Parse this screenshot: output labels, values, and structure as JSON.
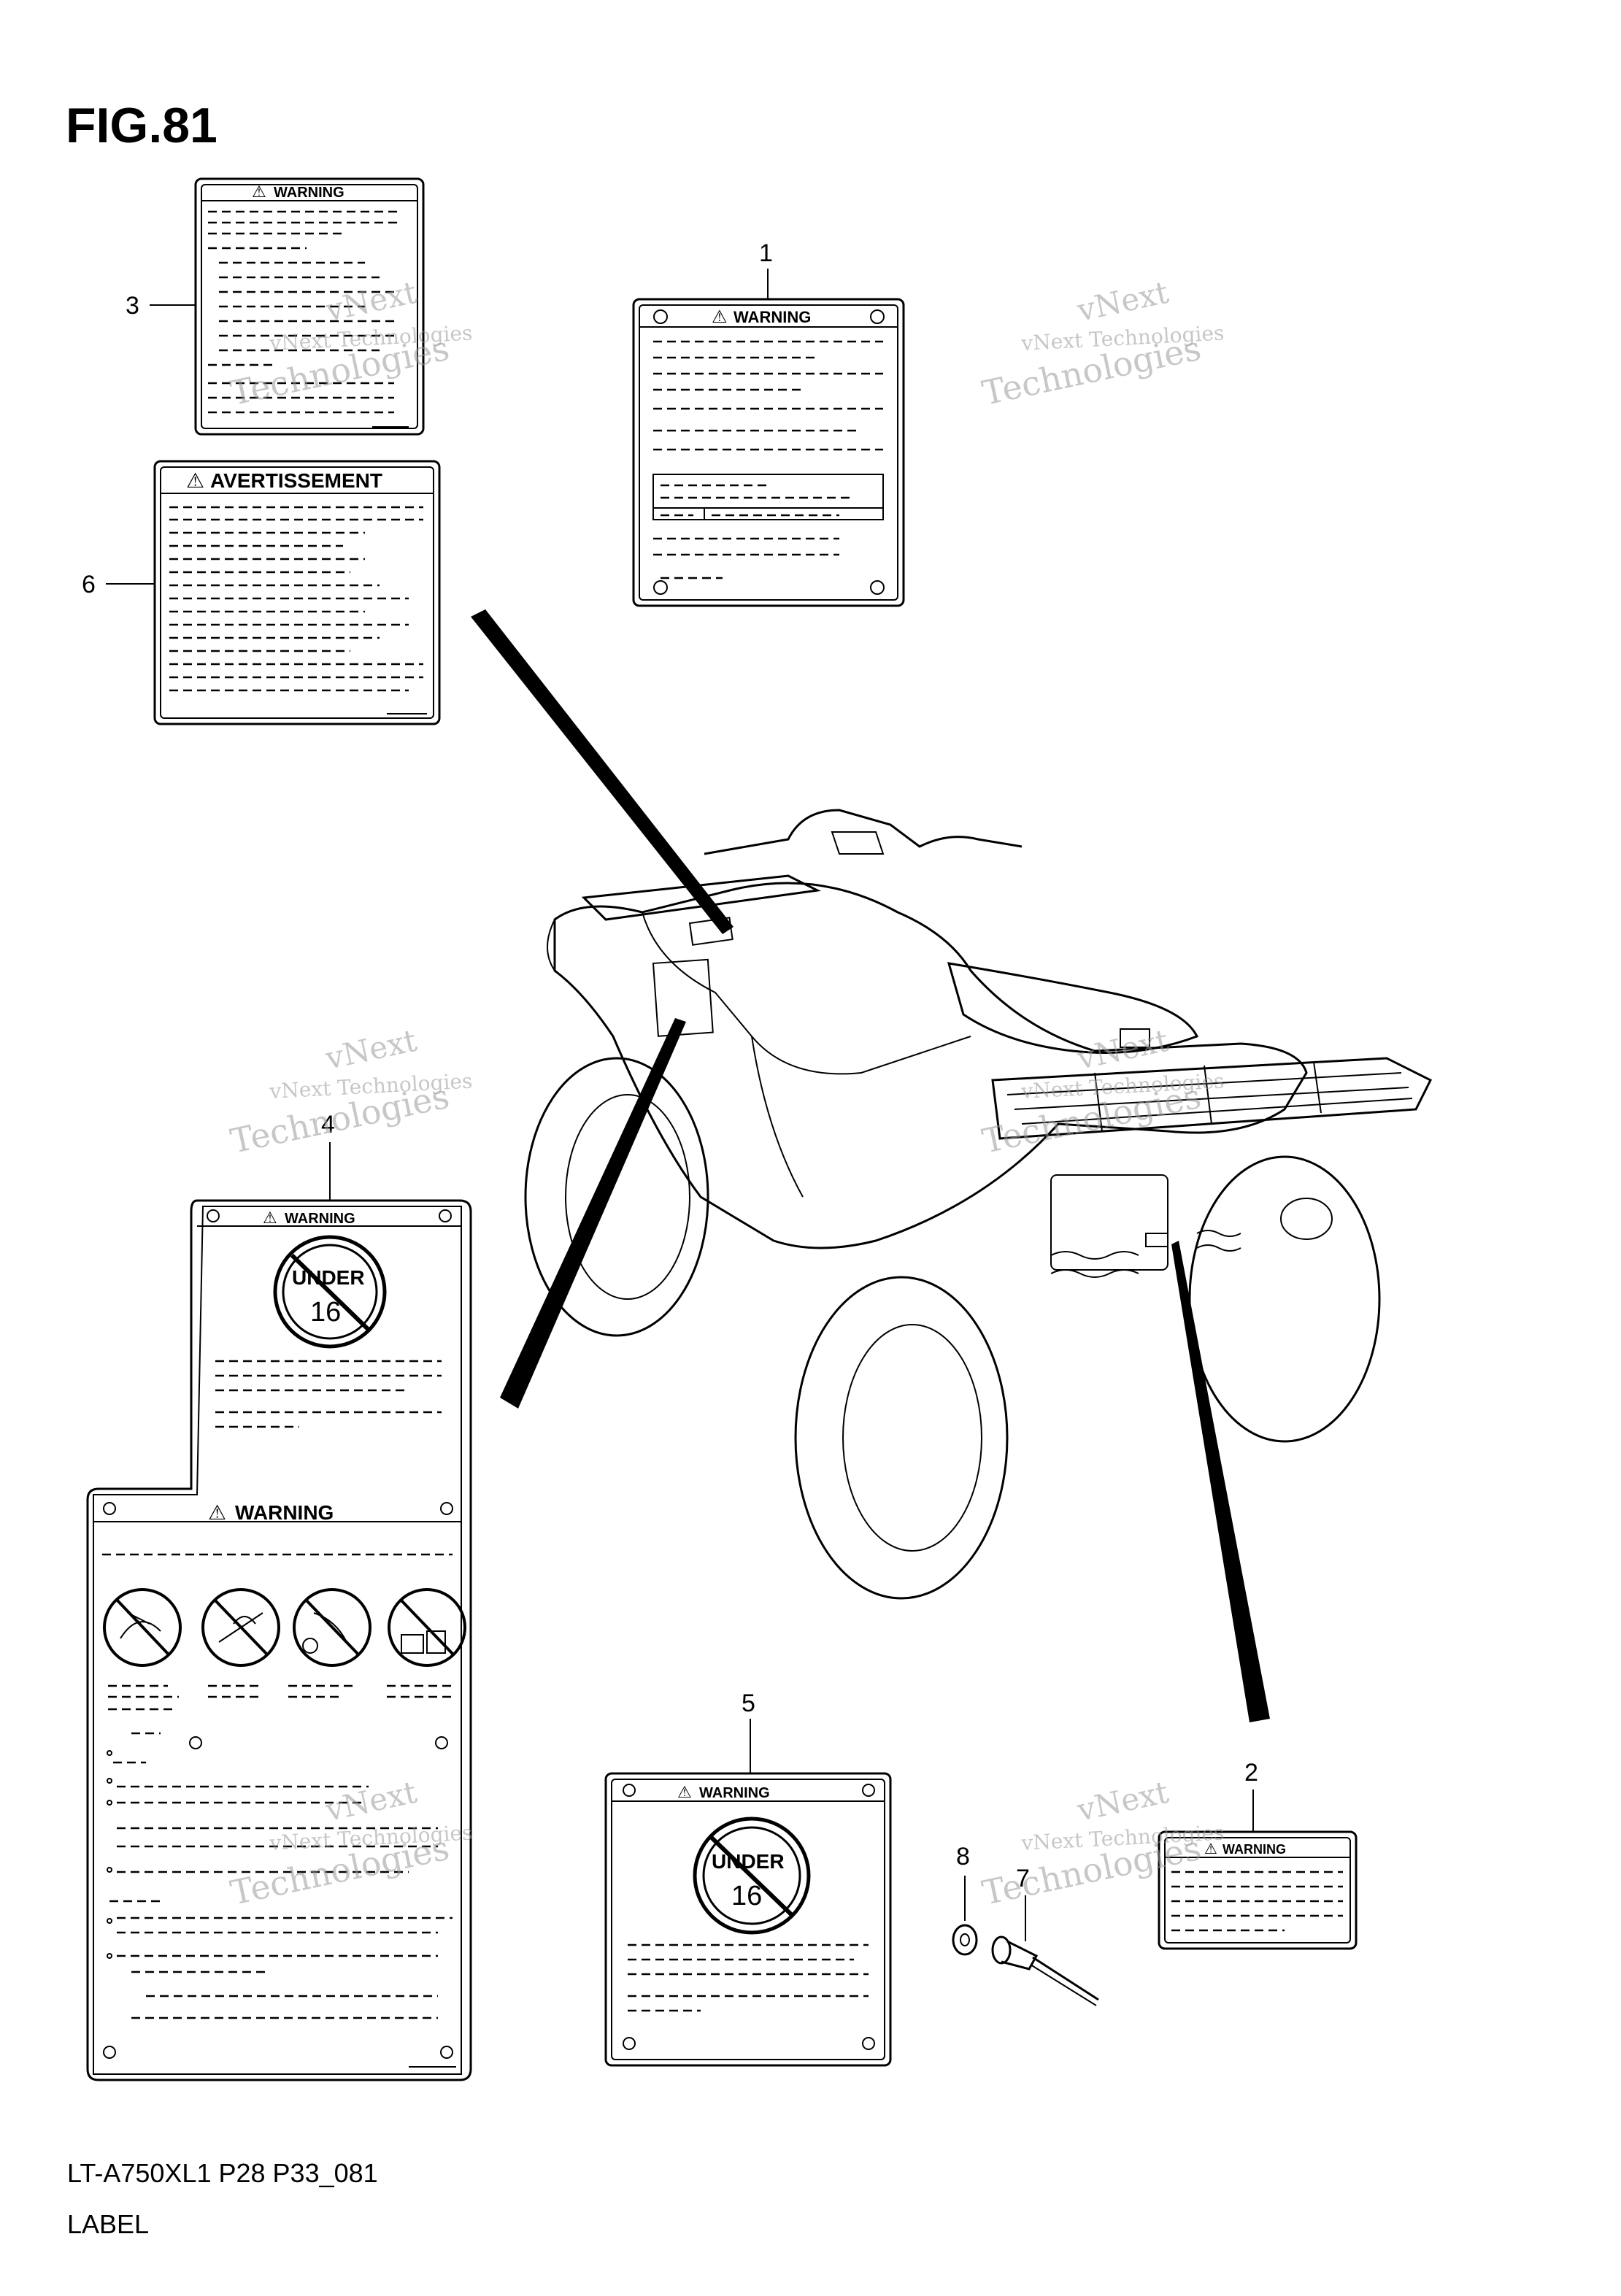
{
  "figure": {
    "title": "FIG.81",
    "footer_code": "LT-A750XL1 P28 P33_081",
    "footer_name": "LABEL"
  },
  "callouts": [
    "1",
    "2",
    "3",
    "4",
    "5",
    "6",
    "7",
    "8"
  ],
  "labels": {
    "warning": "WARNING",
    "avertissement": "AVERTISSEMENT",
    "under": "UNDER",
    "age": "16"
  },
  "watermark": {
    "line1": "vNext Technologies",
    "line2": "vNext",
    "line3": "Technologies"
  }
}
